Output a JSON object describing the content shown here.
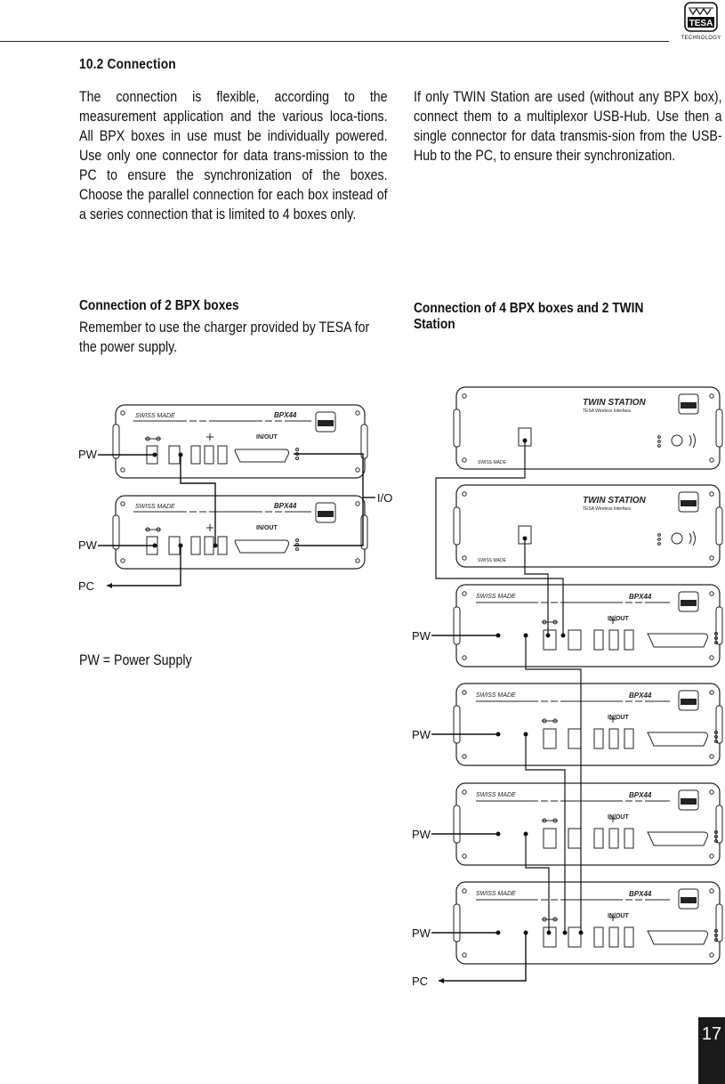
{
  "header": {
    "logo_text": "TESA",
    "logo_subtext": "TECHNOLOGY"
  },
  "section": {
    "heading": "10.2 Connection",
    "paragraph_left": "The connection is flexible, according to the measurement application and the various loca-tions. All BPX boxes in use must be individually powered. Use only one connector for data trans-mission to the PC to ensure the synchronization of the boxes. Choose the parallel connection for each box instead of a series connection that is limited to 4 boxes only.",
    "paragraph_right": "If only TWIN Station are used (without any BPX box), connect them to a multiplexor USB-Hub. Use then a single connector for data transmis-sion from the USB-Hub to the PC, to ensure their synchronization."
  },
  "figure_left": {
    "title": "Connection of 2 BPX boxes",
    "note": "Remember to use the charger provided by TESA for the power supply.",
    "legend": "PW = Power Supply"
  },
  "figure_right": {
    "title": "Connection of 4 BPX boxes and 2 TWIN Station"
  },
  "diagram_labels": {
    "pw": "PW",
    "pc": "PC",
    "io": "I/O",
    "in_out": "IN/OUT",
    "swiss_made": "SWISS MADE",
    "swiss_made_small": "SWISS MADE",
    "bpx": "BPX44",
    "twin": "TWIN STATION",
    "twin_sub": "TESA Wireless Interface",
    "tesa": "TESA",
    "technology": "TECHNOLOGY"
  },
  "page": {
    "number": "17"
  }
}
